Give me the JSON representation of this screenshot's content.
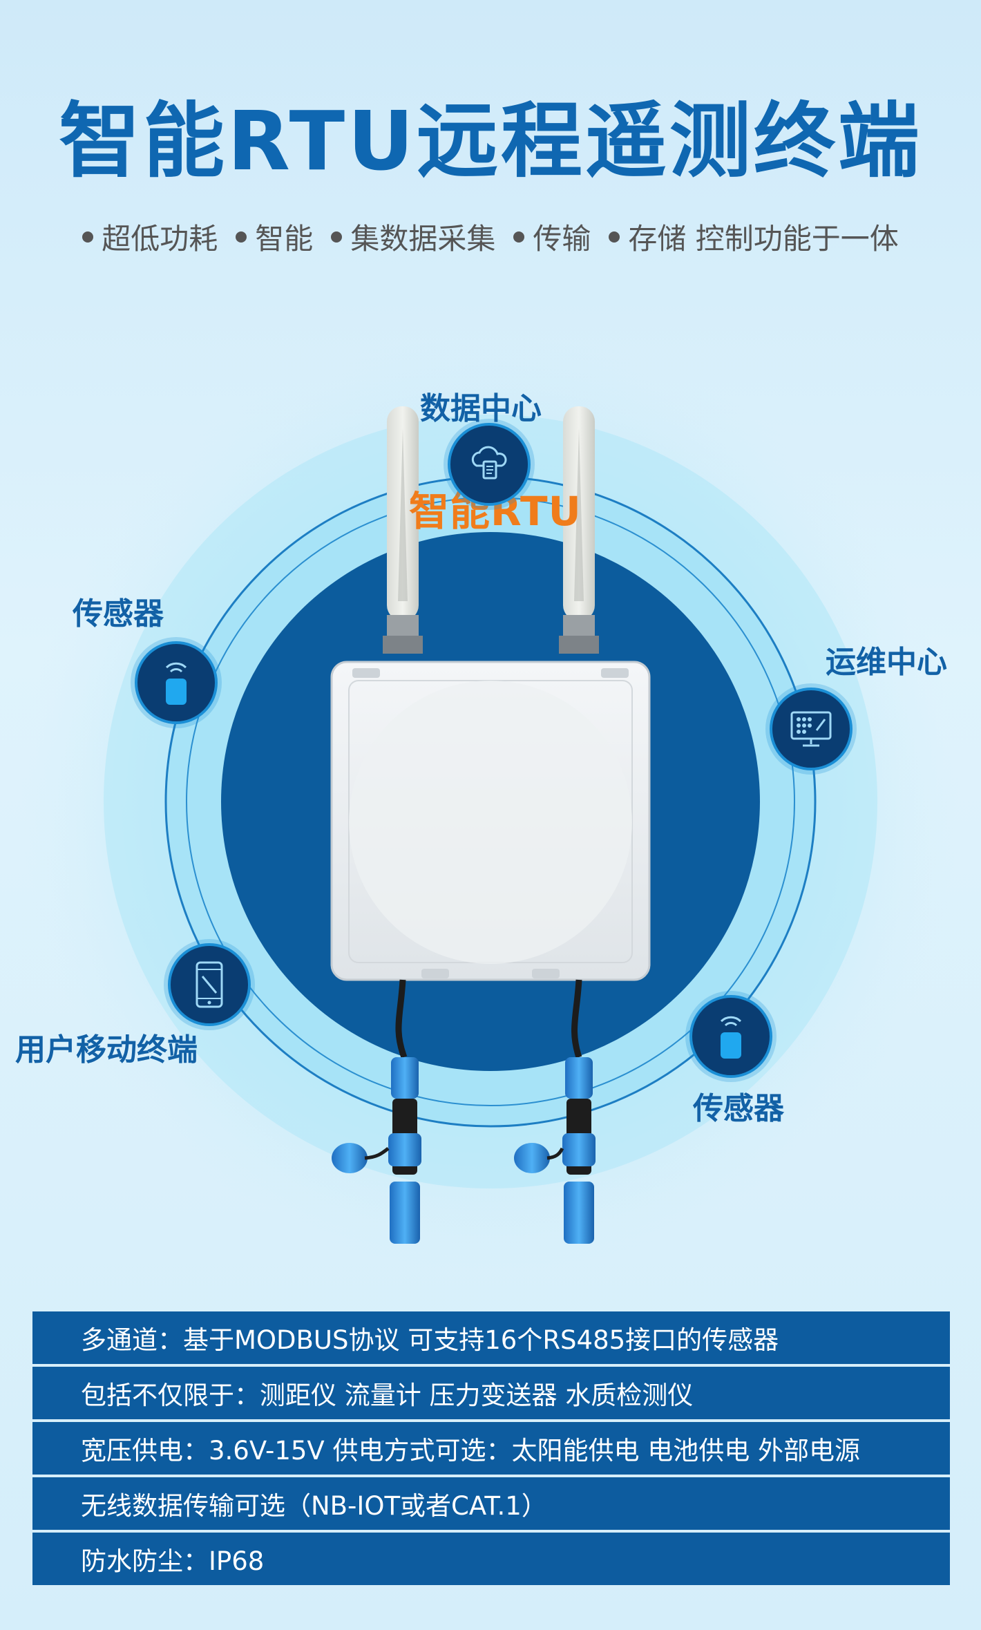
{
  "header": {
    "title": "智能RTU远程遥测终端",
    "features": [
      "超低功耗",
      "智能",
      "集数据采集",
      "传输",
      "存储 控制功能于一体"
    ]
  },
  "diagram": {
    "center_label": "智能RTU",
    "nodes": {
      "top": {
        "label": "数据中心",
        "icon": "cloud-document-icon"
      },
      "left_upper": {
        "label": "传感器",
        "icon": "sensor-signal-icon"
      },
      "right": {
        "label": "运维中心",
        "icon": "monitor-dashboard-icon"
      },
      "left_lower": {
        "label": "用户移动终端",
        "icon": "mobile-phone-icon"
      },
      "right_lower": {
        "label": "传感器",
        "icon": "sensor-signal-icon"
      }
    }
  },
  "specs": [
    "多通道：基于MODBUS协议  可支持16个RS485接口的传感器",
    "包括不仅限于：测距仪  流量计  压力变送器  水质检测仪",
    "宽压供电：3.6V-15V  供电方式可选：太阳能供电 电池供电 外部电源",
    "无线数据传输可选（NB-IOT或者CAT.1）",
    "防水防尘：IP68"
  ],
  "colors": {
    "title_blue": "#0f67b1",
    "rtu_orange": "#f07c1b",
    "spec_bar": "#0d5c9f",
    "inner_circle": "#0c5c9d",
    "node_fill": "#0a3d72"
  }
}
